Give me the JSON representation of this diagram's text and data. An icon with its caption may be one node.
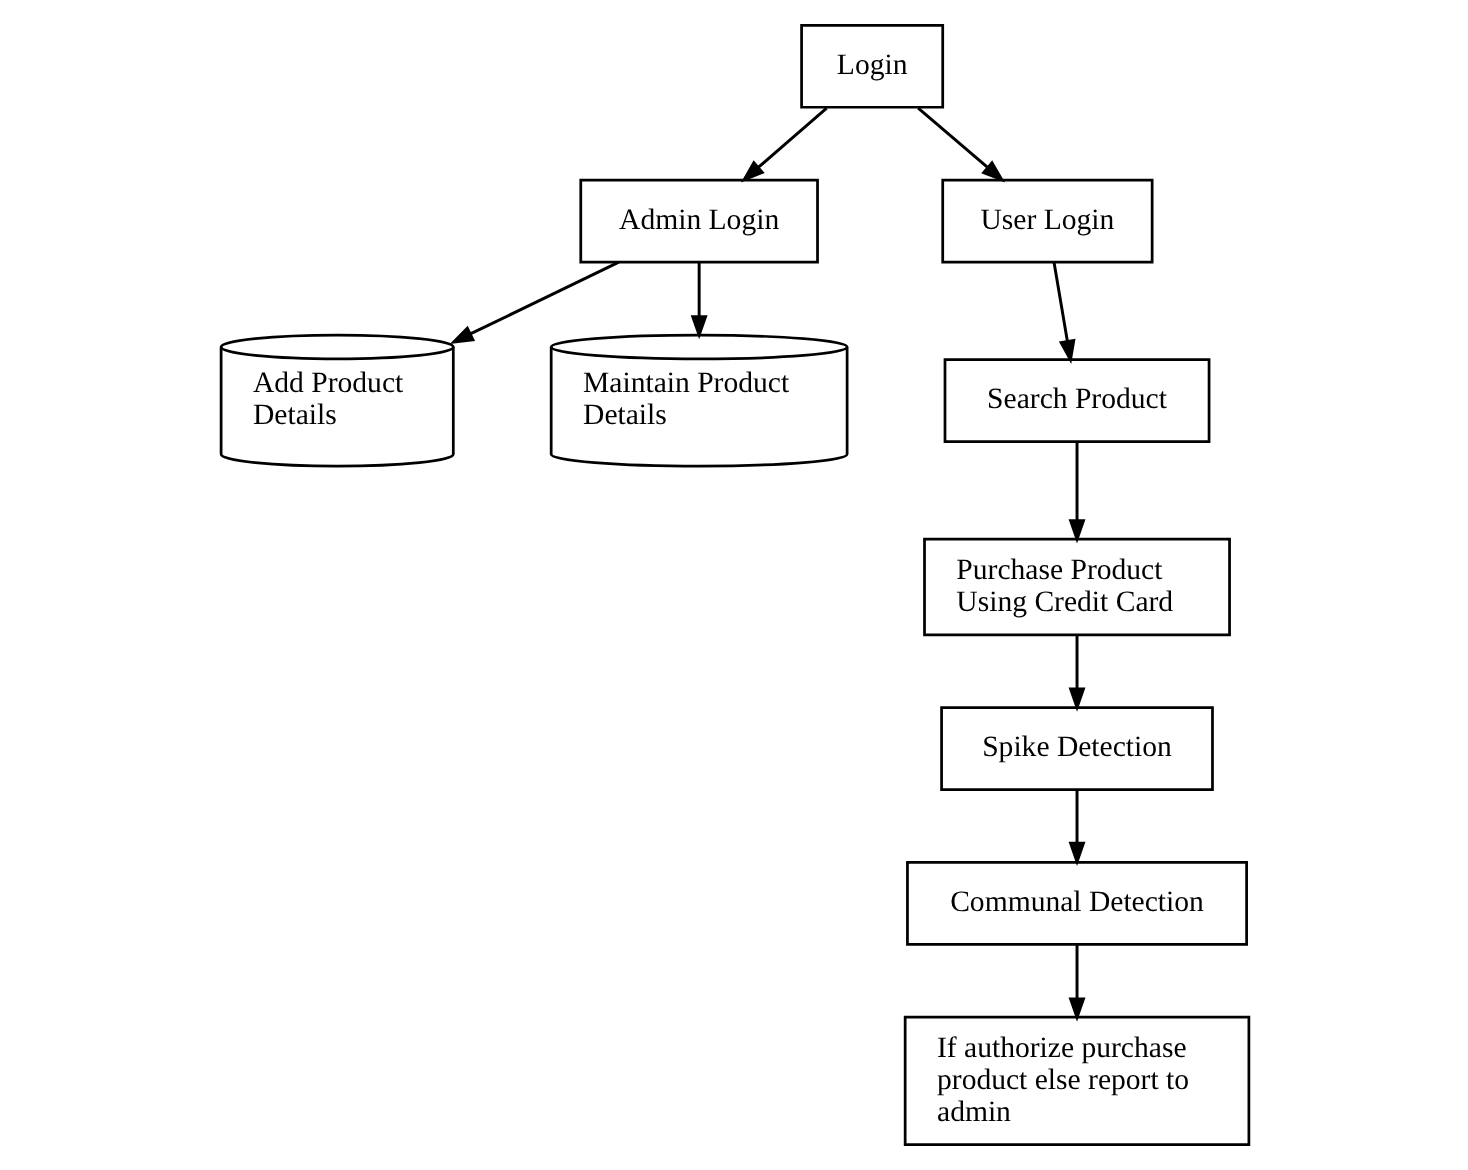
{
  "diagram": {
    "nodes": [
      {
        "text": [
          "Login"
        ]
      },
      {
        "text": [
          "Admin Login"
        ]
      },
      {
        "text": [
          "User Login"
        ]
      },
      {
        "text": [
          "Add Product Details"
        ]
      },
      {
        "text": [
          "Maintain Product Details"
        ]
      },
      {
        "text": [
          "Search Product"
        ]
      },
      {
        "text": [
          "Purchase Product Using Credit Card"
        ]
      },
      {
        "text": [
          "Spike Detection"
        ]
      },
      {
        "text": [
          "Communal Detection"
        ]
      },
      {
        "text": [
          "If authorize purchase product else report to admin"
        ]
      }
    ],
    "edges": [
      {
        "from": 0,
        "to": 1,
        "arrow": "to"
      },
      {
        "from": 0,
        "to": 2,
        "arrow": "to"
      },
      {
        "from": 1,
        "to": 3,
        "arrow": "to"
      },
      {
        "from": 1,
        "to": 4,
        "arrow": "to"
      },
      {
        "from": 2,
        "to": 5,
        "arrow": "to"
      },
      {
        "from": 5,
        "to": 6,
        "arrow": "to"
      },
      {
        "from": 6,
        "to": 7,
        "arrow": "to"
      },
      {
        "from": 7,
        "to": 8,
        "arrow": "to"
      },
      {
        "from": 8,
        "to": 9,
        "arrow": "to"
      }
    ]
  }
}
